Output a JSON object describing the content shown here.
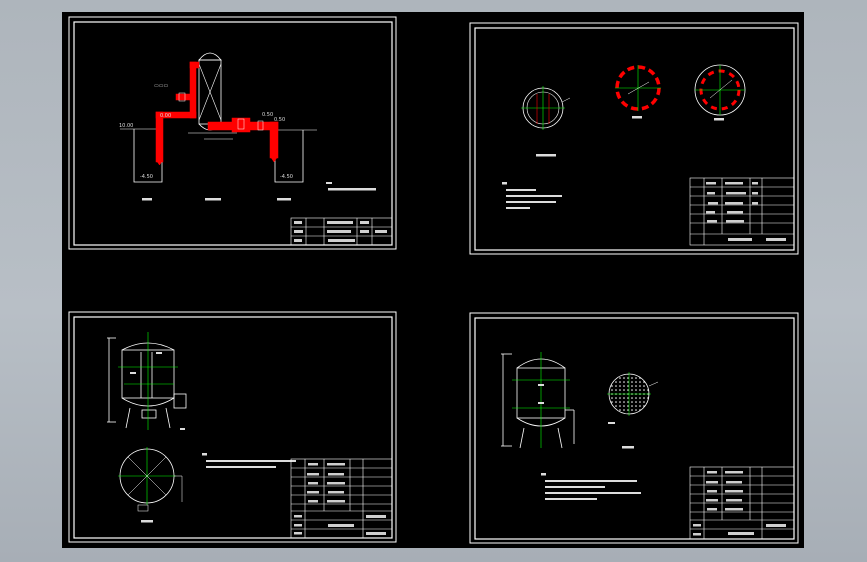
{
  "viewer": {
    "background_color": "#aeb5bc",
    "canvas_color": "#000000",
    "frame_color": "#ffffff",
    "pipe_color": "#ff0000",
    "centerline_color": "#00ff00",
    "label_color": "#dcdcdc"
  },
  "sheet1": {
    "elevations": [
      "10.00",
      "0.00",
      "0.50",
      "0.50",
      "-4.50",
      "-4.50"
    ]
  },
  "sheet2": {},
  "sheet3": {},
  "sheet4": {}
}
